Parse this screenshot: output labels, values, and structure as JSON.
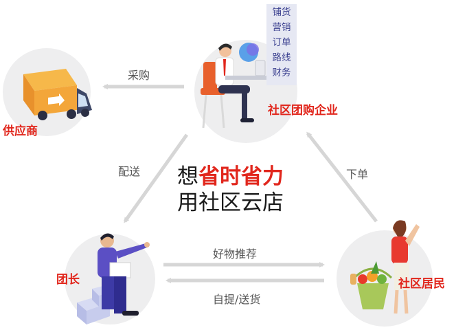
{
  "center": {
    "prefix": "想",
    "highlight": "省时省力",
    "line2": "用社区云店"
  },
  "nodes": {
    "supplier": "供应商",
    "enterprise": "社区团购企业",
    "leader": "团长",
    "resident": "社区居民"
  },
  "features": [
    "铺货",
    "营销",
    "订单",
    "路线",
    "财务"
  ],
  "flows": {
    "purchase": "采购",
    "deliver": "配送",
    "order": "下单",
    "recommend": "好物推荐",
    "pickup": "自提/送货"
  },
  "colors": {
    "accent_red": "#e1261c",
    "arrow_gray": "#d6d6d6",
    "circle_bg": "#eeeeef",
    "feature_bg": "#e6e8f3"
  }
}
